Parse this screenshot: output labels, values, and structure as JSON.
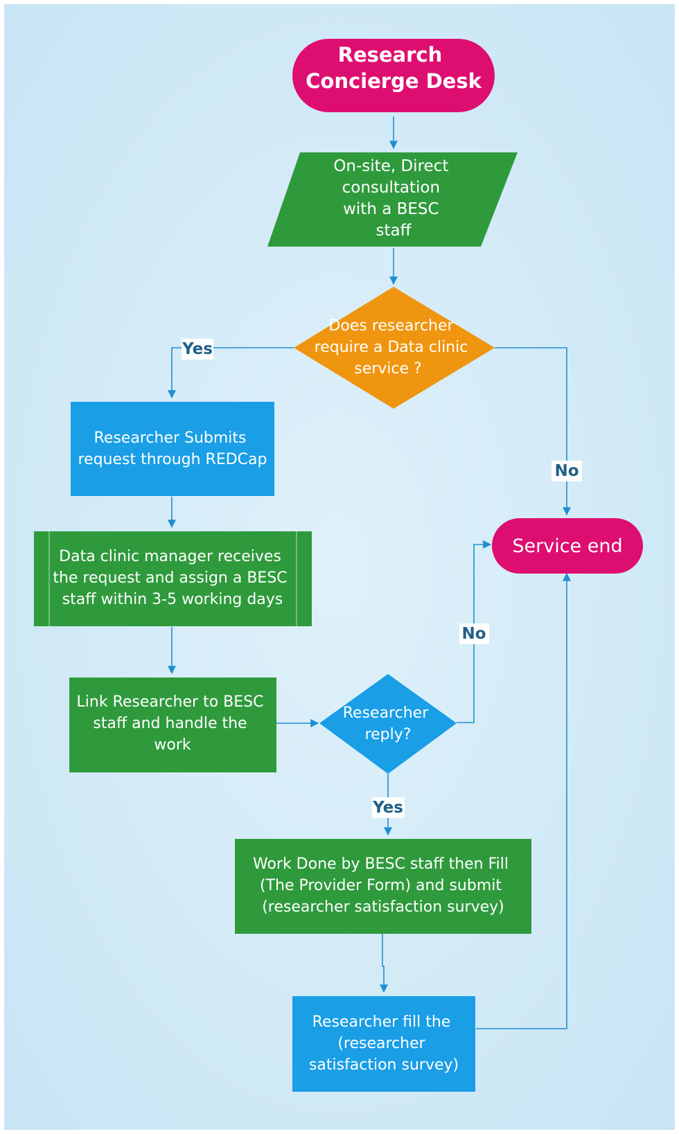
{
  "colors": {
    "background_center": "#dff1fa",
    "background_edge": "#c7e4f4",
    "terminal": "#de0e70",
    "process_green": "#2f9a3c",
    "process_blue": "#1a9ee6",
    "decision_orange": "#f0950f",
    "decision_blue": "#1a9ee6",
    "connector": "#1f8fd0",
    "label_text": "#1f5f86"
  },
  "nodes": {
    "start": {
      "lines": [
        "Research",
        "Concierge Desk"
      ]
    },
    "consult": {
      "lines": [
        "On-site, Direct",
        "consultation",
        "with a BESC",
        "staff"
      ]
    },
    "decision_clinic": {
      "lines": [
        "Does researcher",
        "require a Data clinic",
        "service ?"
      ]
    },
    "submit": {
      "lines": [
        "Researcher Submits",
        "request through REDCap"
      ]
    },
    "manager": {
      "lines": [
        "Data clinic manager receives",
        "the request and assign a BESC",
        "staff  within 3-5 working days"
      ]
    },
    "link": {
      "lines": [
        "Link Researcher to BESC",
        "staff and handle the",
        "work"
      ]
    },
    "decision_reply": {
      "lines": [
        "Researcher",
        "reply?"
      ]
    },
    "work_done": {
      "lines": [
        "Work Done by BESC staff then Fill",
        "(The Provider Form) and submit",
        "(researcher satisfaction survey)"
      ]
    },
    "survey": {
      "lines": [
        "Researcher fill the",
        "(researcher",
        "satisfaction survey)"
      ]
    },
    "end": {
      "lines": [
        "Service end"
      ]
    }
  },
  "edge_labels": {
    "clinic_yes": "Yes",
    "clinic_no": "No",
    "reply_no": "No",
    "reply_yes": "Yes"
  }
}
